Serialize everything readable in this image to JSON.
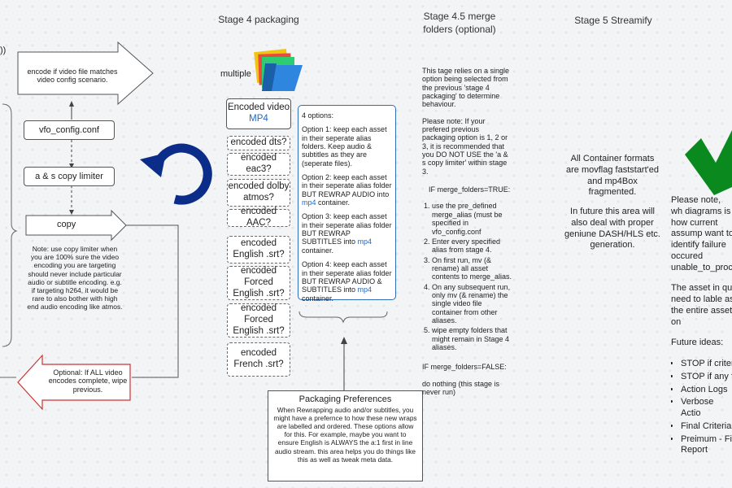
{
  "left_col": {
    "edge_text": "))",
    "encode_arrow": "encode if video file matches video config scenario.",
    "vfo_box": "vfo_config.conf",
    "limiter_box": "a & s copy limiter",
    "copy_box": "copy",
    "note": "Note: use copy limiter when you are 100% sure the video encoding you are targeting should never include particular audio or subtitle encoding.  e.g. if targeting h264, it would be rare to also bother with high end audio encoding like atmos.",
    "optional_arrow": "Optional: If ALL video encodes complete, wipe previous."
  },
  "stage4": {
    "title": "Stage 4 packaging",
    "multiple_label": "multiple",
    "boxes": [
      {
        "pre": "Encoded video",
        "blue": "MP4"
      },
      {
        "pre": "encoded dts?"
      },
      {
        "pre": "encoded eac3?"
      },
      {
        "pre": "encoded dolby atmos?"
      },
      {
        "pre": "encoded AAC?"
      },
      {
        "pre": "encoded English .srt?"
      },
      {
        "pre": "encoded Forced English .srt?"
      },
      {
        "pre": "encoded Forced English .srt?"
      },
      {
        "pre": "encoded French .srt?"
      }
    ],
    "options": {
      "heading": "4 options:",
      "opt1": "Option 1: keep each asset in their seperate alias folders. Keep audio & subtitles as they are (seperate files).",
      "opt2_pre": "Option 2: keep each asset in their seperate alias folder BUT REWRAP AUDIO into",
      "opt2_blue": "mp4",
      "opt2_post": "container.",
      "opt3_pre": "Option 3: keep each asset in their seperate alias folder BUT REWRAP SUBTITLES into",
      "opt3_blue": "mp4",
      "opt3_post": "container.",
      "opt4_pre": "Option 4: keep each asset in their seperate alias folder BUT REWRAP AUDIO & SUBTITLES into",
      "opt4_blue": "mp4",
      "opt4_post": "container."
    },
    "prefs": {
      "title": "Packaging Preferences",
      "body": "When Rewrapping audio and/or subtitles, you might have a prefernce to how these new wraps are labelled and ordered.  These options allow for this.  For example, maybe you want to ensure English is ALWAYS the a:1 first in line audio stream.  this area helps you do things like this as well as tweak meta data."
    }
  },
  "stage45": {
    "title": "Stage 4.5 merge folders (optional)",
    "intro": "This tage relies on a single option being selected from the previous 'stage 4 packaging' to determine behaviour.",
    "please_note": "Please note: If your prefered previous packaging option is 1, 2 or 3, it is recommended that you DO NOT USE the 'a & s copy limiter' within stage 3.",
    "if_true": "IF merge_folders=TRUE:",
    "steps": [
      "use the pre_defined merge_alias (must be specified in vfo_config.conf",
      "Enter every specified alias from stage 4.",
      "On first run, mv (& rename) all asset contents to merge_alias.",
      "On any subsequent run, only mv (& rename) the single video file container from other aliases.",
      "wipe empty folders that might remain in Stage 4 aliases."
    ],
    "if_false": "IF merge_folders=FALSE:",
    "do_nothing": "do nothing (this stage is never run)"
  },
  "stage5": {
    "title": "Stage 5 Streamify",
    "text1": "All Container formats are movflag faststart'ed and mp4Box fragmented.",
    "text2": "In future this area will also deal with proper geniune DASH/HLS etc. generation."
  },
  "right_col": {
    "p1": "Please note, wh diagrams is how current assump want to identify failure occured unable_to_proc",
    "p2": "The asset in qu need to lable as the entire asset on",
    "future": "Future ideas:",
    "ideas": [
      "STOP if criter",
      "STOP if any f",
      "Action Logs",
      "Verbose Actio",
      "Final Criteria",
      "Preimum - Fi Report"
    ]
  },
  "colors": {
    "accent_blue": "#1f67c4",
    "cycle_blue": "#0c2c8a",
    "check_green": "#0a8a1e",
    "red_arrow": "#cc3333",
    "options_border": "#2e6db8"
  }
}
